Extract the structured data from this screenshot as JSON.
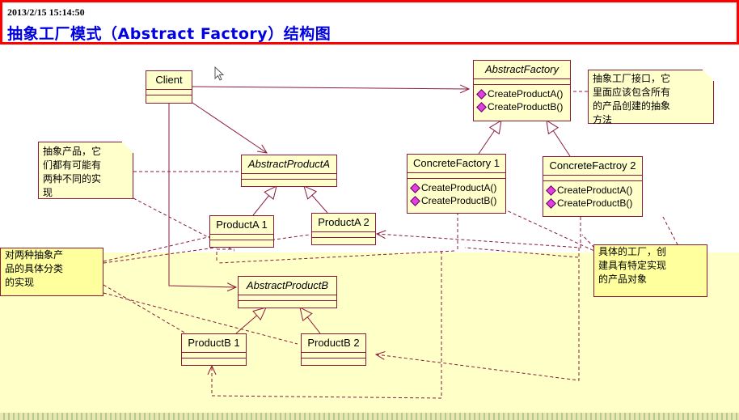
{
  "header": {
    "date": "2013/2/15 15:14:50",
    "title": "抽象工厂模式（Abstract Factory）结构图"
  },
  "colors": {
    "border": "#8b1a3a",
    "class_fill": "#ffffcc",
    "title": "#0000e0",
    "header_border": "#ff0000",
    "method_icon": "#e040e0"
  },
  "classes": {
    "client": {
      "name": "Client",
      "abstract": false,
      "operations": []
    },
    "abstract_factory": {
      "name": "AbstractFactory",
      "abstract": true,
      "operations": [
        "CreateProductA()",
        "CreateProductB()"
      ]
    },
    "concrete_factory_1": {
      "name": "ConcreteFactory 1",
      "abstract": false,
      "operations": [
        "CreateProductA()",
        "CreateProductB()"
      ]
    },
    "concrete_factory_2": {
      "name": "ConcreteFactroy 2",
      "abstract": false,
      "operations": [
        "CreateProductA()",
        "CreateProductB()"
      ]
    },
    "abstract_product_a": {
      "name": "AbstractProductA",
      "abstract": true,
      "operations": []
    },
    "product_a1": {
      "name": "ProductA 1",
      "abstract": false,
      "operations": []
    },
    "product_a2": {
      "name": "ProductA 2",
      "abstract": false,
      "operations": []
    },
    "abstract_product_b": {
      "name": "AbstractProductB",
      "abstract": true,
      "operations": []
    },
    "product_b1": {
      "name": "ProductB 1",
      "abstract": false,
      "operations": []
    },
    "product_b2": {
      "name": "ProductB 2",
      "abstract": false,
      "operations": []
    }
  },
  "notes": {
    "factory_interface": {
      "lines": [
        "抽象工厂接口，它",
        "里面应该包含所有",
        "的产品创建的抽象",
        "方法"
      ]
    },
    "abstract_product": {
      "lines": [
        "抽象产品，它",
        "们都有可能有",
        "两种不同的实",
        "现"
      ]
    },
    "concrete_products": {
      "lines": [
        "对两种抽象产",
        "品的具体分类",
        "的实现"
      ]
    },
    "concrete_factory": {
      "lines": [
        "具体的工厂，创",
        "建具有特定实现",
        "的产品对象"
      ]
    }
  }
}
